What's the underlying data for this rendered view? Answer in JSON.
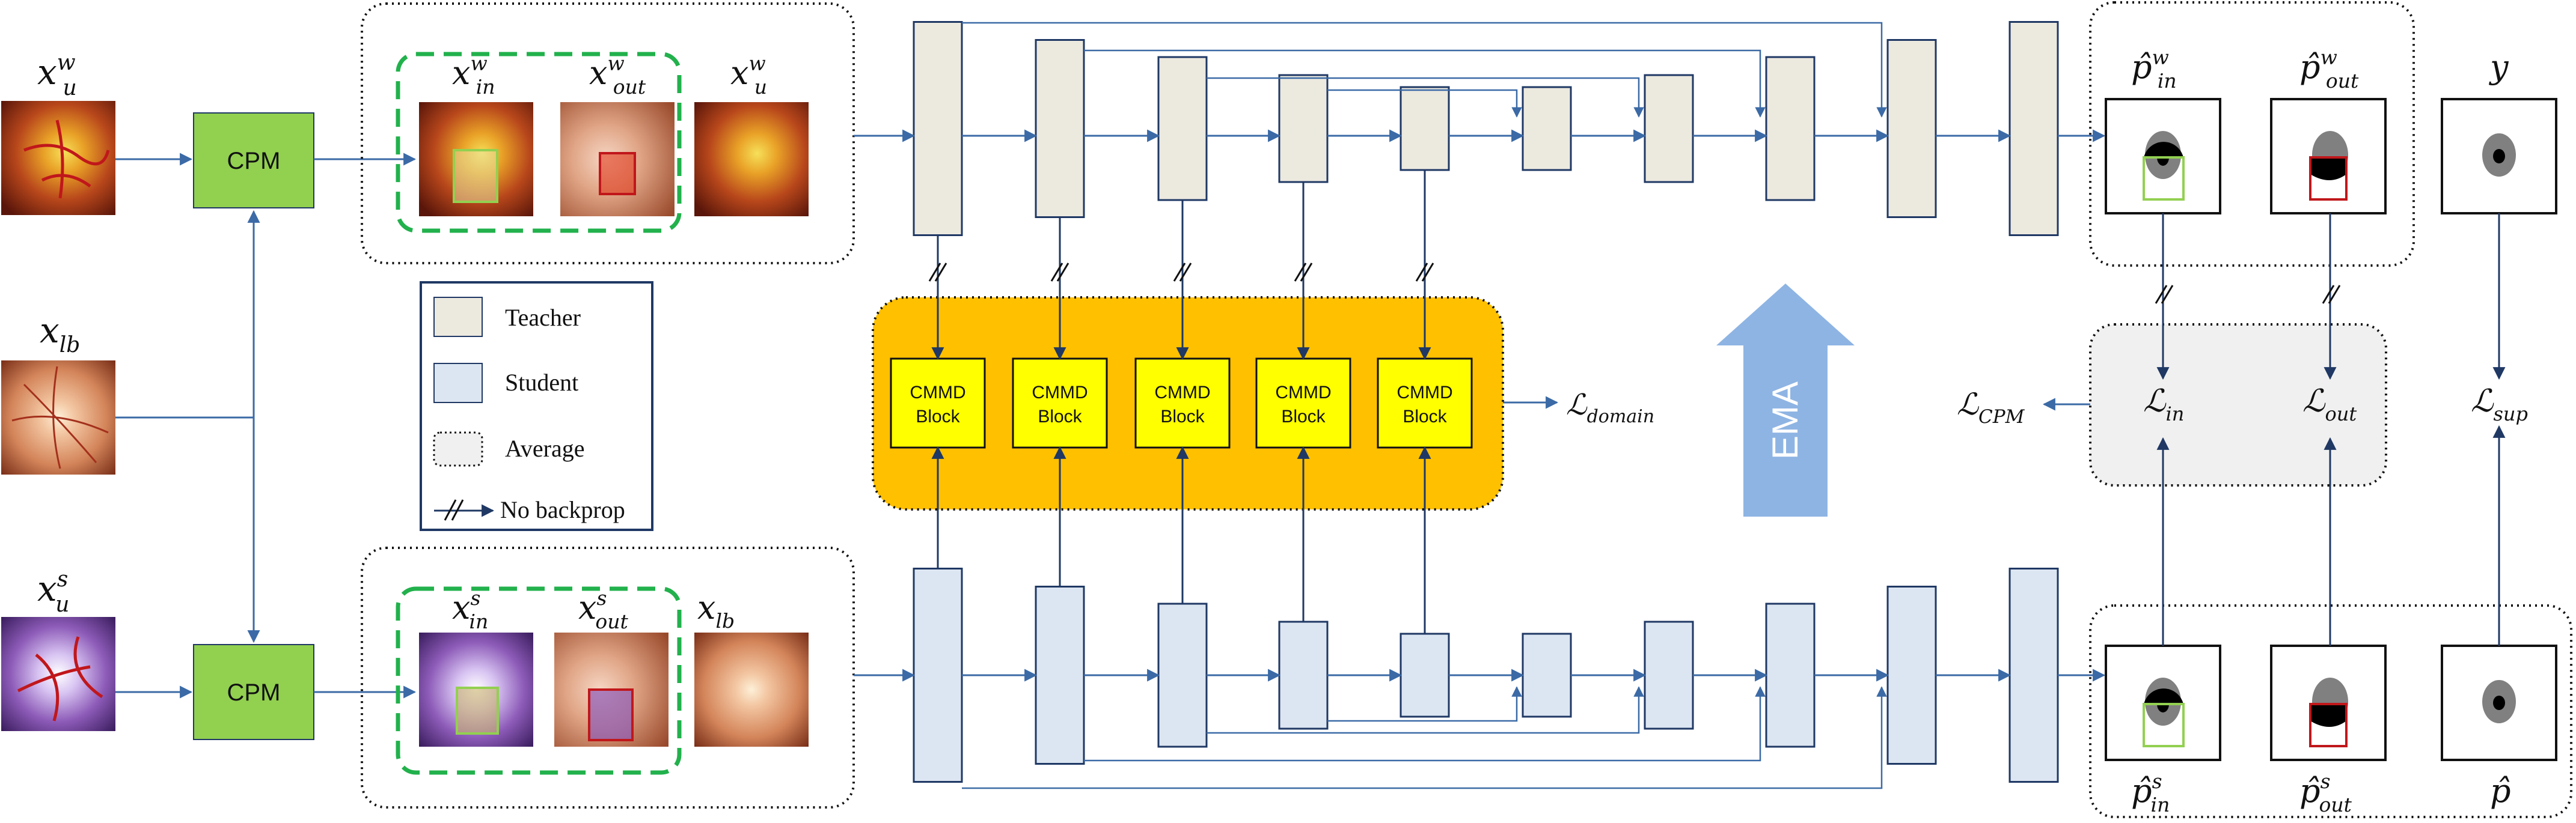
{
  "colors": {
    "teacher_fill": "#ece9df",
    "student_fill": "#dce6f2",
    "block_stroke": "#1f3864",
    "arrow": "#3b6aa6",
    "cpm_fill": "#92d050",
    "cmmd_fill": "#ffff00",
    "cmmd_panel": "#ffc000",
    "crop_dash": "#22b14c",
    "ema_arrow": "#8eb4e3",
    "average_fill": "#f0f0f0"
  },
  "inputs": {
    "x_u_w": "x_u^w",
    "x_lb": "x_lb",
    "x_u_s": "x_u^s"
  },
  "cpm": {
    "top_label": "CPM",
    "bottom_label": "CPM"
  },
  "top_group": {
    "in_label": "x_in^w",
    "out_label": "x_out^w",
    "third_label": "x_u^w"
  },
  "bottom_group": {
    "in_label": "x_in^s",
    "out_label": "x_out^s",
    "third_label": "x_lb"
  },
  "legend": {
    "teacher": "Teacher",
    "student": "Student",
    "average": "Average",
    "no_backprop": "No backprop"
  },
  "cmmd_blocks": [
    {
      "line1": "CMMD",
      "line2": "Block"
    },
    {
      "line1": "CMMD",
      "line2": "Block"
    },
    {
      "line1": "CMMD",
      "line2": "Block"
    },
    {
      "line1": "CMMD",
      "line2": "Block"
    },
    {
      "line1": "CMMD",
      "line2": "Block"
    }
  ],
  "loss_domain": "ℒ_domain",
  "ema_label": "EMA",
  "teacher_outputs": {
    "p_in_w": "p̂_in^w",
    "p_out_w": "p̂_out^w",
    "y": "y"
  },
  "student_outputs": {
    "p_in_s": "p̂_in^s",
    "p_out_s": "p̂_out^s",
    "p": "p̂"
  },
  "losses": {
    "cpm": "ℒ_CPM",
    "in": "ℒ_in",
    "out": "ℒ_out",
    "sup": "ℒ_sup"
  },
  "icons": [
    "fundus-image-icon",
    "mask-icon",
    "no-backprop-icon",
    "ema-arrow-icon"
  ]
}
